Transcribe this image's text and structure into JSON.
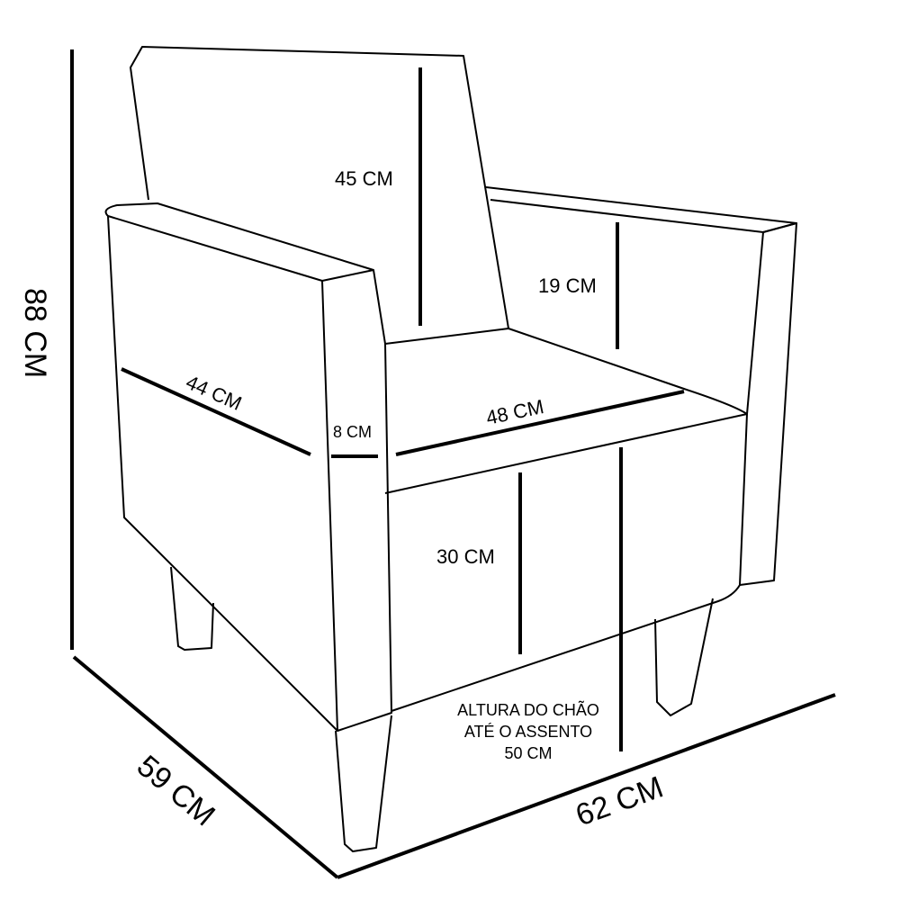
{
  "dimensions": {
    "total_height": "88 CM",
    "depth": "59 CM",
    "width": "62 CM",
    "backrest_height": "45 CM",
    "arm_height_above_seat": "19 CM",
    "arm_depth": "44 CM",
    "arm_width": "8 CM",
    "seat_width": "48 CM",
    "seat_front_height": "30 CM",
    "seat_height_label_line1": "ALTURA DO CHÃO",
    "seat_height_label_line2": "ATÉ O ASSENTO",
    "seat_height_value": "50 CM"
  }
}
